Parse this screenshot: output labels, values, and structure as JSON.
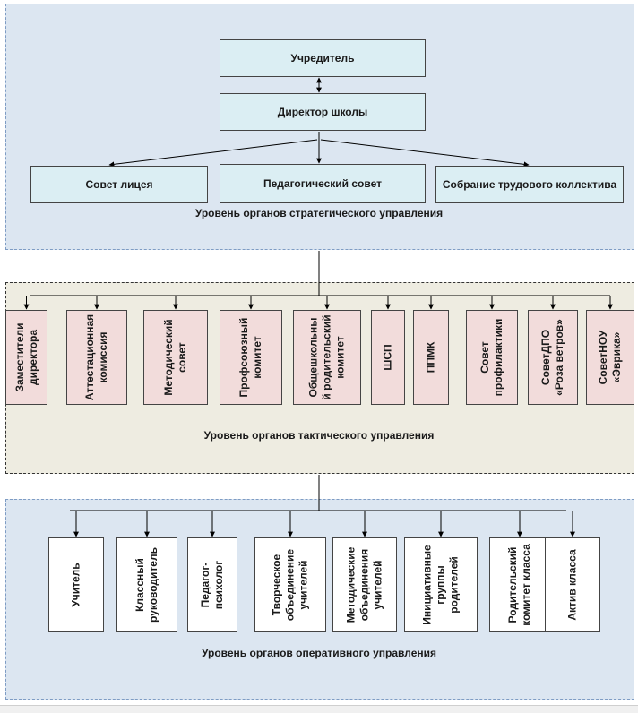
{
  "strategic": {
    "founder": "Учредитель",
    "director": "Директор школы",
    "councils": [
      "Совет лицея",
      "Педагогический совет",
      "Собрание трудового коллектива"
    ],
    "level_label": "Уровень органов стратегического управления"
  },
  "tactical": {
    "items": [
      [
        "Заместители",
        "директора"
      ],
      [
        "Аттестационная",
        "комиссия"
      ],
      [
        "Методический",
        "совет"
      ],
      [
        "Профсоюзный",
        "комитет"
      ],
      [
        "Общешкольны",
        "й родительский",
        "комитет"
      ],
      [
        "ШСП"
      ],
      [
        "ППМК"
      ],
      [
        "Совет",
        "профилактики"
      ],
      [
        "СоветДПО",
        "«Роза ветров»"
      ],
      [
        "СоветНОУ",
        "«Эврика»"
      ]
    ],
    "level_label": "Уровень органов тактического управления"
  },
  "operative": {
    "items": [
      [
        "Учитель"
      ],
      [
        "Классный",
        "руководитель"
      ],
      [
        "Педагог-",
        "психолог"
      ],
      [
        "Творческое",
        "объединение",
        "учителей"
      ],
      [
        "Методические",
        "объединения",
        "учителей"
      ],
      [
        "Инициативные",
        "группы",
        "родителей"
      ],
      [
        "Родительский",
        "комитет класса"
      ],
      [
        "Актив класса"
      ]
    ],
    "level_label": "Уровень органов оперативного управления"
  }
}
